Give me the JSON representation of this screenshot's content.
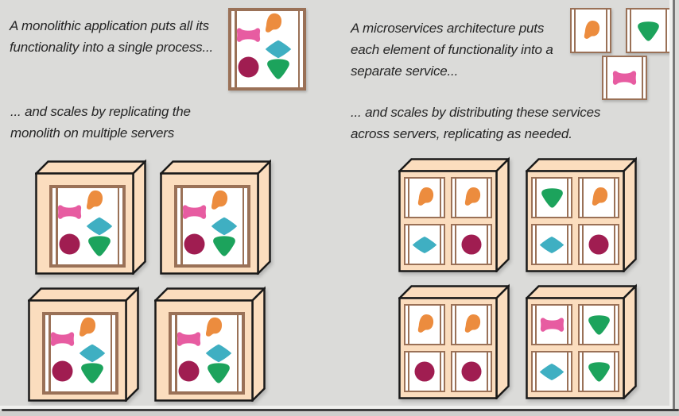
{
  "captions": {
    "monolith_intro": {
      "lines": [
        "A monolithic application puts all its",
        "functionality into a single process..."
      ]
    },
    "microservices_intro": {
      "lines": [
        "A microservices architecture puts",
        "each element of functionality into a",
        "separate service..."
      ]
    },
    "monolith_scaling": {
      "lines": [
        "... and scales by replicating the",
        "monolith on multiple servers"
      ]
    },
    "microservices_scaling": {
      "lines": [
        "... and scales by distributing these services",
        "across servers, replicating as needed."
      ]
    }
  },
  "colors": {
    "background": "#DBDBD9",
    "text": "#262626",
    "server_fill": "#FBDDBE",
    "server_outline": "#1A1A1A",
    "package_border": "#9A7157",
    "package_fill": "#FFFFFF",
    "shape_pink": "#E75CA1",
    "shape_orange": "#EC8C3E",
    "shape_teal": "#3FAFC2",
    "shape_maroon": "#A01D51",
    "shape_green": "#1CA35C"
  },
  "monolith_package": {
    "shapes": [
      "pink-bone",
      "orange-drop",
      "teal-diamond",
      "maroon-circle",
      "green-triangle"
    ]
  },
  "intro_services": [
    {
      "shape": "orange-drop"
    },
    {
      "shape": "green-triangle"
    },
    {
      "shape": "pink-bone"
    }
  ],
  "monolith_servers": [
    {
      "content": "monolith"
    },
    {
      "content": "monolith"
    },
    {
      "content": "monolith"
    },
    {
      "content": "monolith"
    }
  ],
  "microservice_servers": [
    {
      "cells": [
        "orange-drop",
        "orange-drop",
        "teal-diamond",
        "maroon-circle"
      ]
    },
    {
      "cells": [
        "green-triangle",
        "orange-drop",
        "teal-diamond",
        "maroon-circle"
      ]
    },
    {
      "cells": [
        "orange-drop",
        "orange-drop",
        "maroon-circle",
        "maroon-circle"
      ]
    },
    {
      "cells": [
        "pink-bone",
        "green-triangle",
        "teal-diamond",
        "green-triangle"
      ]
    }
  ]
}
